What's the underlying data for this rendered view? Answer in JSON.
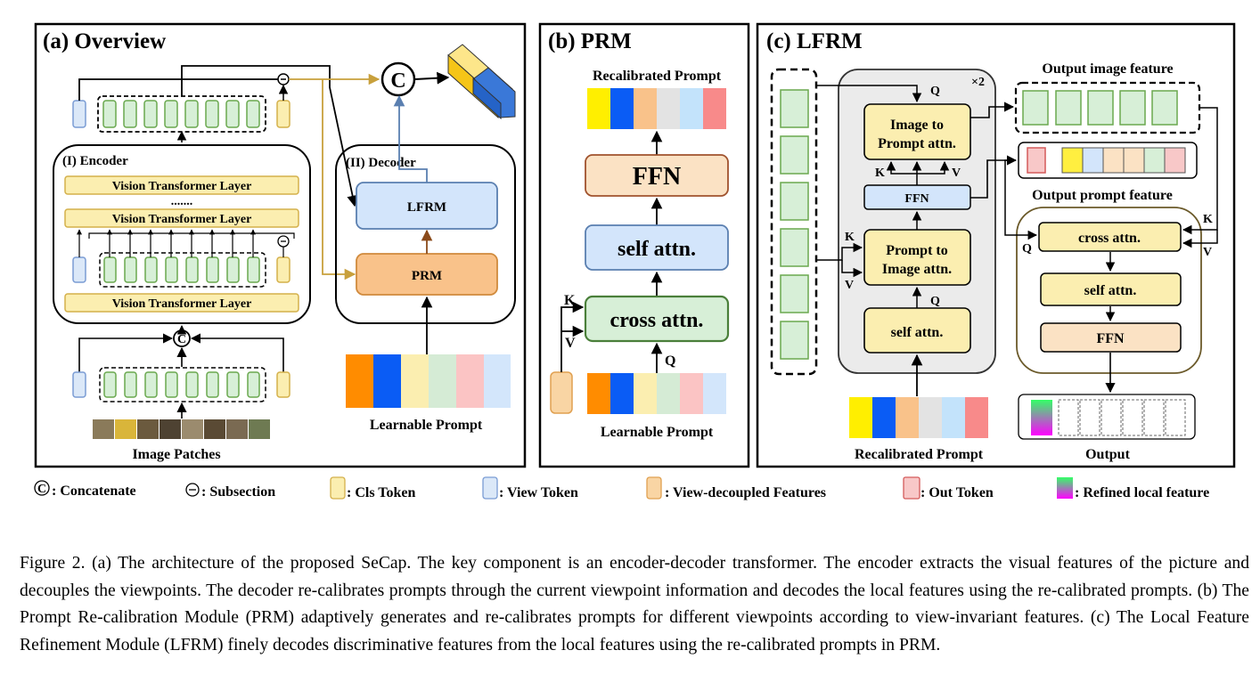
{
  "panels": {
    "overview": {
      "title": "(a) Overview",
      "encoder_label": "(I) Encoder",
      "decoder_label": "(II) Decoder",
      "vit_layer": "Vision Transformer Layer",
      "ellipsis": ".......",
      "lfrm": "LFRM",
      "prm": "PRM",
      "concat_symbol": "C",
      "image_patches": "Image Patches",
      "learnable_prompt": "Learnable Prompt"
    },
    "prm": {
      "title": "(b) PRM",
      "recalibrated_prompt": "Recalibrated Prompt",
      "ffn": "FFN",
      "self_attn": "self attn.",
      "cross_attn": "cross attn.",
      "k": "K",
      "v": "V",
      "q": "Q",
      "learnable_prompt": "Learnable Prompt"
    },
    "lfrm": {
      "title": "(c) LFRM",
      "output_image_feature": "Output image feature",
      "output_prompt_feature": "Output prompt feature",
      "image_to_prompt_1": "Image to",
      "image_to_prompt_2": "Prompt attn.",
      "prompt_to_image_1": "Prompt to",
      "prompt_to_image_2": "Image attn.",
      "ffn": "FFN",
      "self_attn": "self attn.",
      "cross_attn": "cross attn.",
      "ffn2": "FFN",
      "times2": "×2",
      "q": "Q",
      "k": "K",
      "v": "V",
      "recalibrated_prompt": "Recalibrated Prompt",
      "output": "Output"
    }
  },
  "legend": [
    {
      "symbol": "C",
      "label": ": Concatenate"
    },
    {
      "symbol": "-",
      "label": ": Subsection"
    },
    {
      "label": ": Cls Token",
      "color": "#fbeeb0",
      "border": "#d4b04a"
    },
    {
      "label": ": View Token",
      "color": "#dbe8f8",
      "border": "#7a9cd4"
    },
    {
      "label": ": View-decoupled Features",
      "color": "#f9d5a4",
      "border": "#e0a050"
    },
    {
      "label": ": Out Token",
      "color": "#f8c8c8",
      "border": "#d45a5a"
    },
    {
      "label": ": Refined local feature",
      "gradient": [
        "#00ff66",
        "#ff00ff"
      ]
    }
  ],
  "colors": {
    "prompt_strip_a": [
      "#ff8c00",
      "#0a5cf5",
      "#fbeeb0",
      "#d5ebd5",
      "#fbc4c4",
      "#d3e6fb"
    ],
    "prompt_strip_recal": [
      "#ffef00",
      "#0a5cf5",
      "#f9c28a",
      "#e3e3e3",
      "#c3e3fb",
      "#f88a8a"
    ],
    "green_token": "#d7efd7",
    "green_border": "#6aa84f",
    "box_yellow": "#fbeeb0",
    "box_blue": "#d3e5fb",
    "box_orange": "#f9c28a",
    "box_peach": "#fbe2c4",
    "arrow_gold": "#c8a03c",
    "arrow_blue": "#5a7fb0",
    "arrow_brown": "#8a4a1a"
  },
  "caption": "Figure 2. (a) The architecture of the proposed SeCap. The key component is an encoder-decoder transformer. The encoder extracts the visual features of the picture and decouples the viewpoints. The decoder re-calibrates prompts through the current viewpoint information and decodes the local features using the re-calibrated prompts. (b) The Prompt Re-calibration Module (PRM) adaptively generates and re-calibrates prompts for different viewpoints according to view-invariant features. (c) The Local Feature Refinement Module (LFRM) finely decodes discriminative features from the local features using the re-calibrated prompts in PRM."
}
